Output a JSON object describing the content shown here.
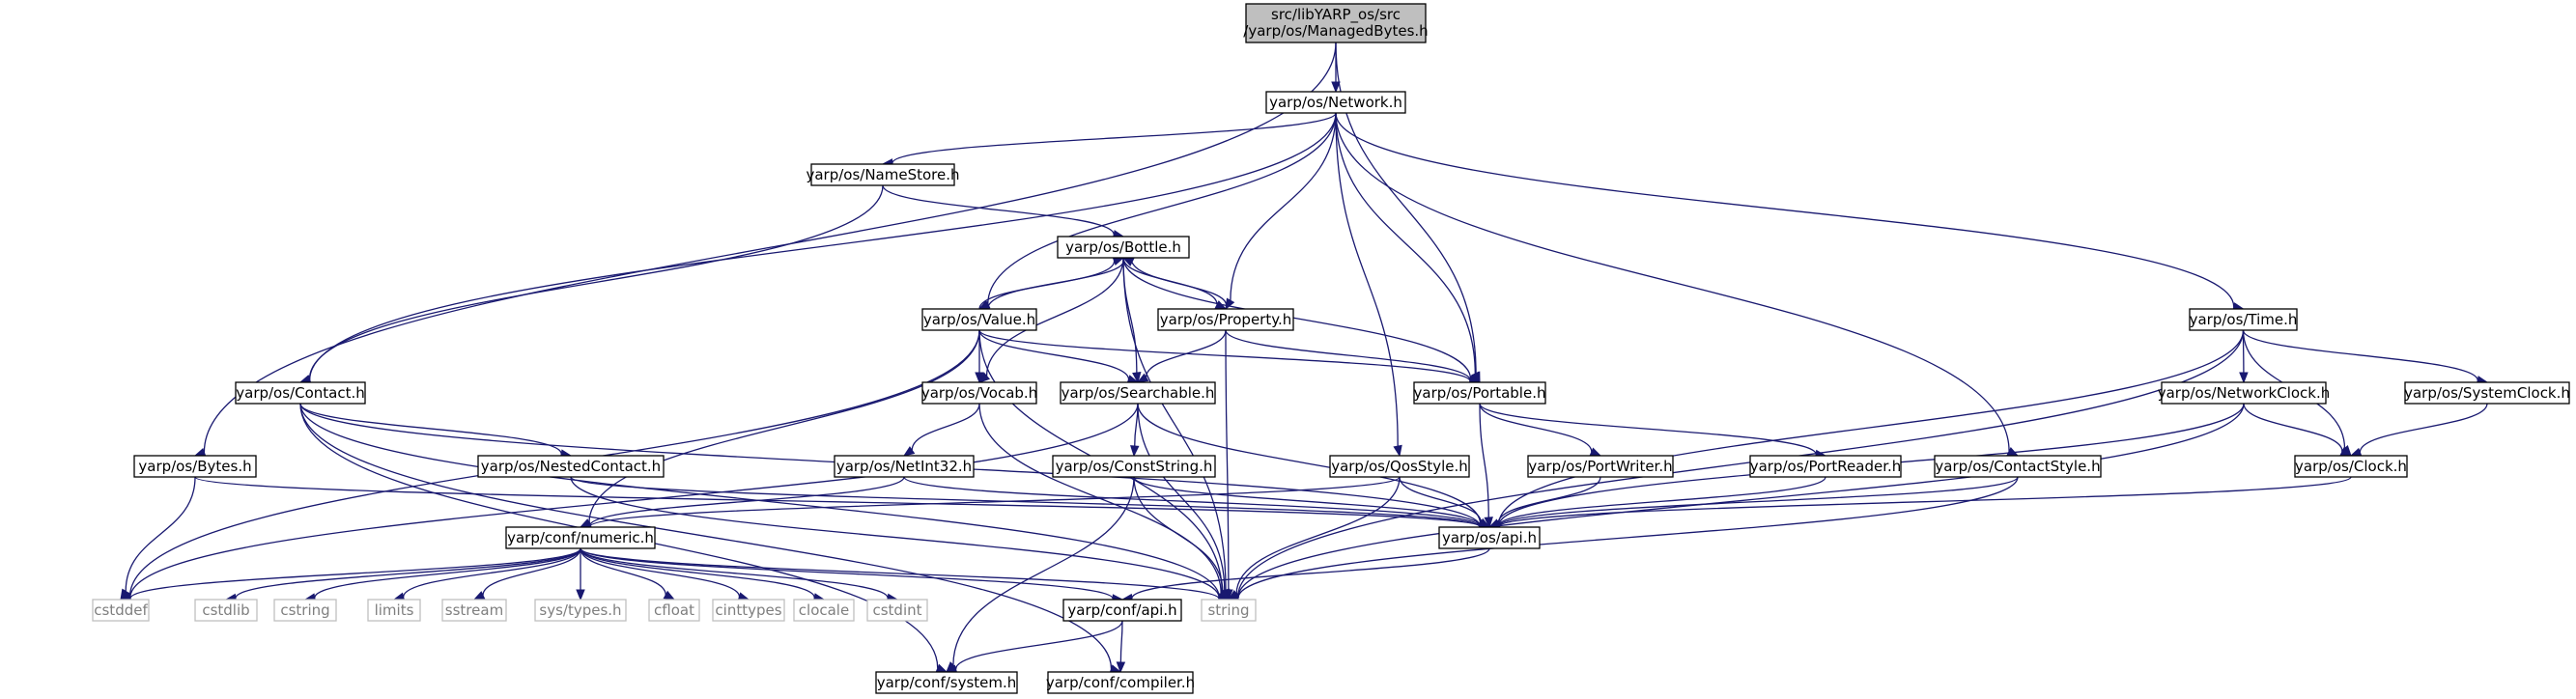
{
  "colors": {
    "edge": "#191970",
    "root_fill": "#bfbfbf",
    "external_border": "#bfbfbf",
    "external_text": "#7f7f7f"
  },
  "nodes": {
    "root": [
      "src/libYARP_os/src",
      "/yarp/os/ManagedBytes.h"
    ],
    "network": [
      "yarp/os/Network.h"
    ],
    "namestore": [
      "yarp/os/NameStore.h"
    ],
    "bottle": [
      "yarp/os/Bottle.h"
    ],
    "value": [
      "yarp/os/Value.h"
    ],
    "property": [
      "yarp/os/Property.h"
    ],
    "time": [
      "yarp/os/Time.h"
    ],
    "contact": [
      "yarp/os/Contact.h"
    ],
    "vocab": [
      "yarp/os/Vocab.h"
    ],
    "searchable": [
      "yarp/os/Searchable.h"
    ],
    "portable": [
      "yarp/os/Portable.h"
    ],
    "networkclock": [
      "yarp/os/NetworkClock.h"
    ],
    "systemclock": [
      "yarp/os/SystemClock.h"
    ],
    "bytes": [
      "yarp/os/Bytes.h"
    ],
    "nestedcontact": [
      "yarp/os/NestedContact.h"
    ],
    "netint32": [
      "yarp/os/NetInt32.h"
    ],
    "conststring": [
      "yarp/os/ConstString.h"
    ],
    "qosstyle": [
      "yarp/os/QosStyle.h"
    ],
    "portwriter": [
      "yarp/os/PortWriter.h"
    ],
    "portreader": [
      "yarp/os/PortReader.h"
    ],
    "contactstyle": [
      "yarp/os/ContactStyle.h"
    ],
    "clock": [
      "yarp/os/Clock.h"
    ],
    "numeric": [
      "yarp/conf/numeric.h"
    ],
    "osapi": [
      "yarp/os/api.h"
    ],
    "cstddef": [
      "cstddef"
    ],
    "cstdlib": [
      "cstdlib"
    ],
    "cstring": [
      "cstring"
    ],
    "limits": [
      "limits"
    ],
    "sstream": [
      "sstream"
    ],
    "systypes": [
      "sys/types.h"
    ],
    "cfloat": [
      "cfloat"
    ],
    "cinttypes": [
      "cinttypes"
    ],
    "clocale": [
      "clocale"
    ],
    "cstdint": [
      "cstdint"
    ],
    "string": [
      "string"
    ],
    "confapi": [
      "yarp/conf/api.h"
    ],
    "system": [
      "yarp/conf/system.h"
    ],
    "compiler": [
      "yarp/conf/compiler.h"
    ]
  }
}
